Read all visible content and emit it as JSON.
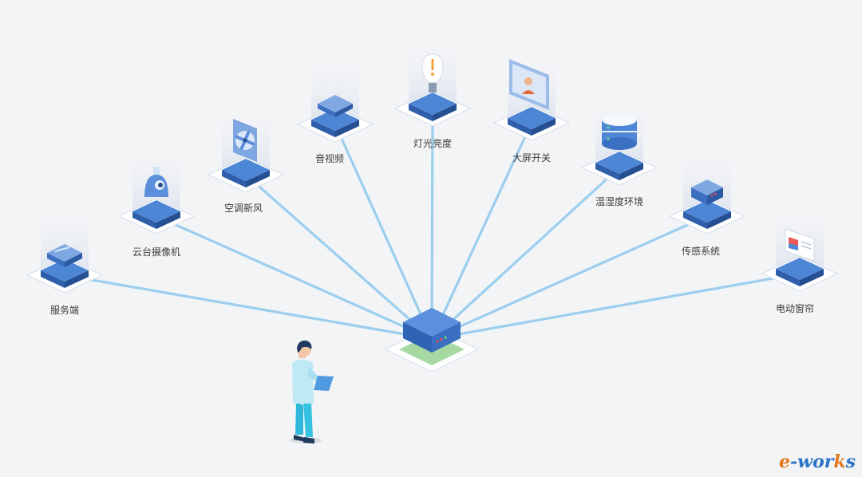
{
  "diagram": {
    "hub": "central-gateway",
    "nodes": [
      {
        "id": "server",
        "label": "服务端",
        "icon": "server-rack-icon"
      },
      {
        "id": "ptz",
        "label": "云台摄像机",
        "icon": "dome-camera-icon"
      },
      {
        "id": "hvac",
        "label": "空调新风",
        "icon": "fan-icon"
      },
      {
        "id": "av",
        "label": "音视频",
        "icon": "av-box-icon"
      },
      {
        "id": "lighting",
        "label": "灯光亮度",
        "icon": "bulb-icon"
      },
      {
        "id": "screen",
        "label": "大屏开关",
        "icon": "display-icon"
      },
      {
        "id": "env",
        "label": "温湿度环境",
        "icon": "database-cylinder-icon"
      },
      {
        "id": "sensor",
        "label": "传感系统",
        "icon": "sensor-box-icon"
      },
      {
        "id": "curtain",
        "label": "电动窗帘",
        "icon": "curtain-panel-icon"
      }
    ],
    "colors": {
      "line": "#8cc8ee",
      "tileTop": "#4e86d6",
      "tileSide": "#2f5faa",
      "platform": "#ffffff",
      "glow": "#c9d6ea"
    }
  },
  "watermark": {
    "e": "e",
    "mid": "-wor",
    "k": "k",
    "s": "s"
  }
}
